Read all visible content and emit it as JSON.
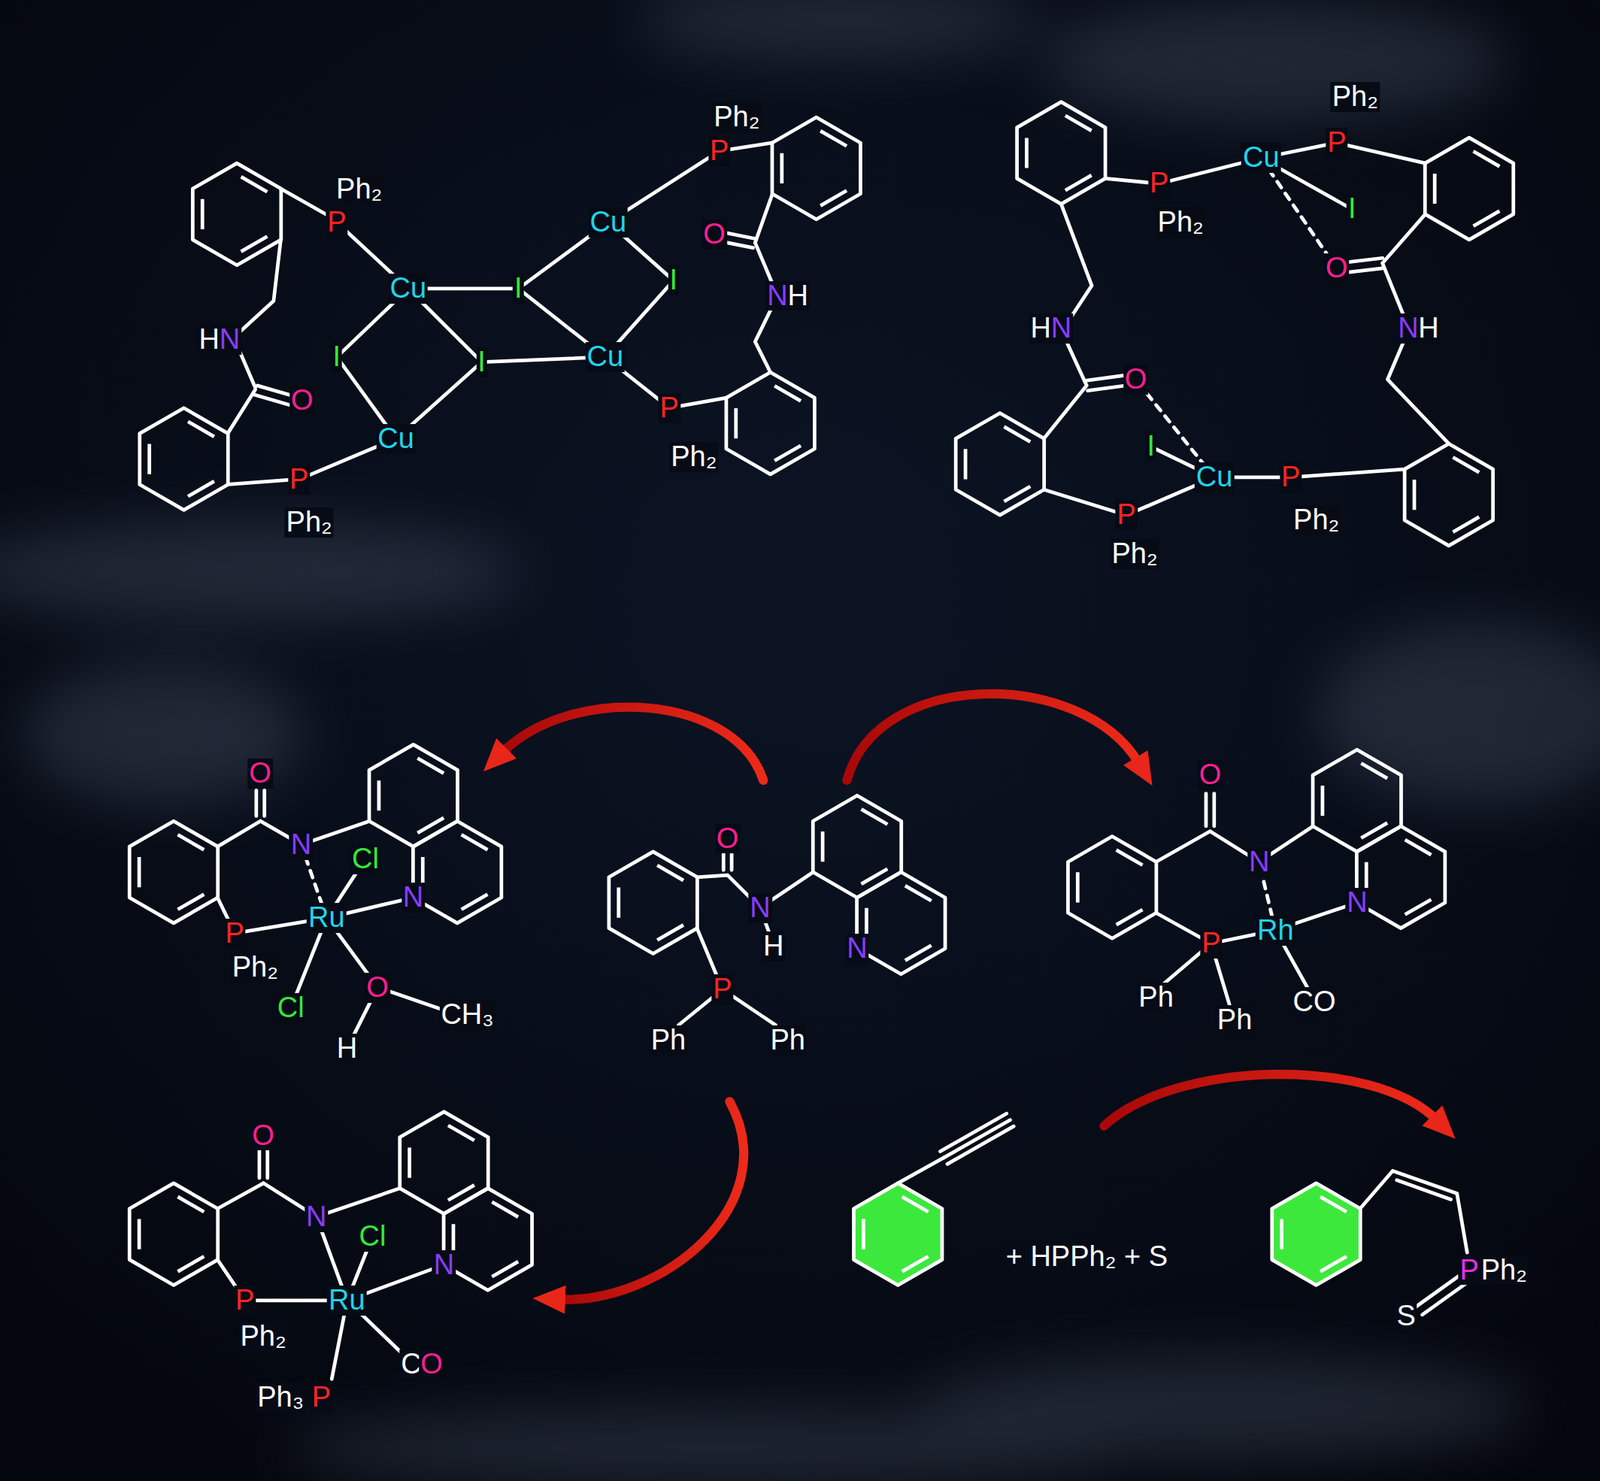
{
  "diagram": {
    "labels": [
      "Ph₂",
      "P",
      "Ph₂",
      "P",
      "Cu",
      "O",
      "Cu",
      "I",
      "I",
      "N",
      "H",
      "H",
      "N",
      "I",
      "I",
      "Cu",
      "O",
      "P",
      "Cu",
      "Ph₂",
      "P",
      "Ph₂",
      "Ph₂",
      "Cu",
      "P",
      "P",
      "I",
      "Ph₂",
      "O",
      "H",
      "N",
      "N",
      "H",
      "O",
      "I",
      "Cu",
      "P",
      "P",
      "Ph₂",
      "Ph₂",
      "O",
      "N",
      "Cl",
      "Ru",
      "N",
      "P",
      "Ph₂",
      "O",
      "Cl",
      "CH₃",
      "H",
      "O",
      "N",
      "H",
      "N",
      "P",
      "Ph",
      "Ph",
      "O",
      "N",
      "N",
      "Rh",
      "P",
      "Ph",
      "CO",
      "Ph",
      "O",
      "N",
      "Cl",
      "N",
      "P",
      "Ru",
      "Ph₂",
      "C",
      "O",
      "Ph₃",
      "P",
      "+ HPPh₂ + S",
      "P",
      "Ph₂",
      "S"
    ]
  }
}
